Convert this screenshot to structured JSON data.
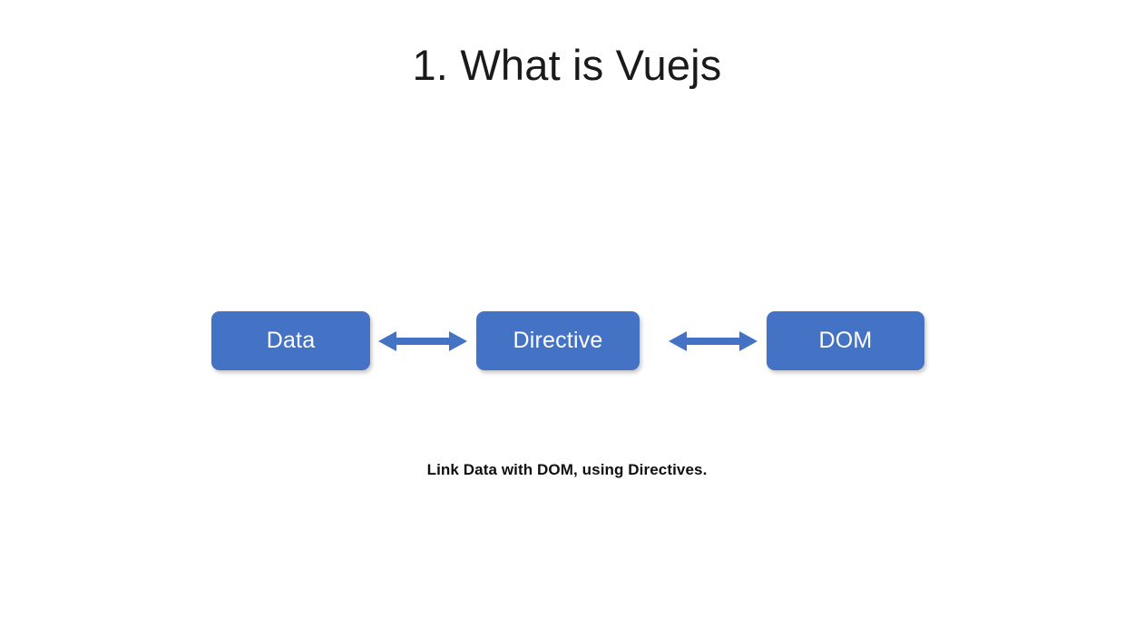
{
  "slide": {
    "title": "1. What is Vuejs",
    "caption": "Link Data with DOM, using Directives.",
    "background_color": "#ffffff",
    "accent_color": "#4472c4",
    "box_text_color": "#ffffff",
    "title_color": "#1a1a1a"
  },
  "diagram": {
    "type": "flow",
    "boxes": [
      {
        "label": "Data",
        "name": "box-data"
      },
      {
        "label": "Directive",
        "name": "box-directive"
      },
      {
        "label": "DOM",
        "name": "box-dom"
      }
    ],
    "arrows": [
      {
        "name": "arrow-data-directive",
        "style": "double-headed"
      },
      {
        "name": "arrow-directive-dom",
        "style": "double-headed"
      }
    ]
  }
}
